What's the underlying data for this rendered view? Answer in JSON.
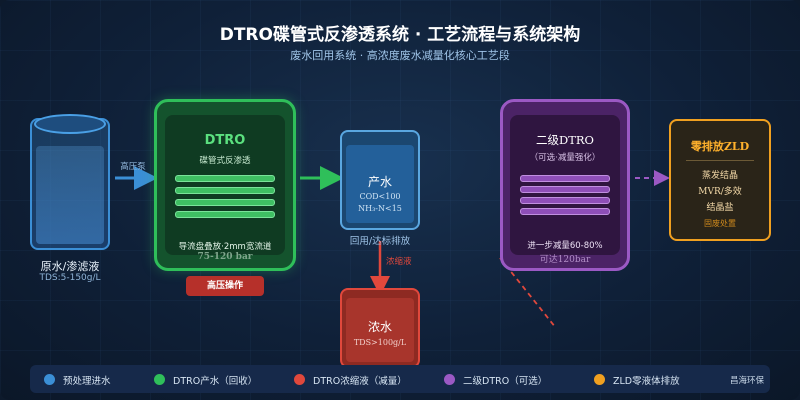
{
  "title": "DTRO碟管式反渗透系统 · 工艺流程与系统架构",
  "subtitle": "废水回用系统 · 高浓度废水减量化核心工艺段",
  "feed_tank": {
    "label": "原水/渗滤液",
    "spec": "TDS:5-150g/L"
  },
  "pump_label": "高压泵",
  "dtro_main": {
    "title": "DTRO",
    "subtitle": "碟管式反渗透",
    "note": "导流盘叠放·2mm宽流道",
    "pressure": "75-120 bar",
    "button": "高压操作"
  },
  "product": {
    "title": "产水",
    "cod": "COD<100",
    "nh3": "NH₃-N<15",
    "label": "回用/达标排放"
  },
  "concentrate": {
    "flow_label": "浓缩液",
    "title": "浓水",
    "spec": "TDS>100g/L"
  },
  "dtro_secondary": {
    "title": "二级DTRO",
    "subtitle": "（可选·减量强化）",
    "note": "进一步减量60-80%",
    "pressure": "可达120bar"
  },
  "zld": {
    "title": "零排放ZLD",
    "items": [
      "蒸发结晶",
      "MVR/多效",
      "结晶盐",
      "固废处置"
    ]
  },
  "legend": {
    "items": [
      {
        "label": "预处理进水",
        "color": "#3b8fd6"
      },
      {
        "label": "DTRO产水（回收）",
        "color": "#2fbf5a"
      },
      {
        "label": "DTRO浓缩液（减量）",
        "color": "#e0483c"
      },
      {
        "label": "二级DTRO（可选）",
        "color": "#9b59c4"
      },
      {
        "label": "ZLD零液体排放",
        "color": "#f0a020"
      }
    ],
    "brand": "昌海环保"
  },
  "colors": {
    "feed": "#3b8fd6",
    "permeate": "#2fbf5a",
    "concentrate": "#e0483c",
    "secondary": "#9b59c4",
    "zld": "#f0a020"
  },
  "icons": [
    "feed-tank-icon",
    "membrane-stack-icon",
    "flow-arrow-icon"
  ]
}
